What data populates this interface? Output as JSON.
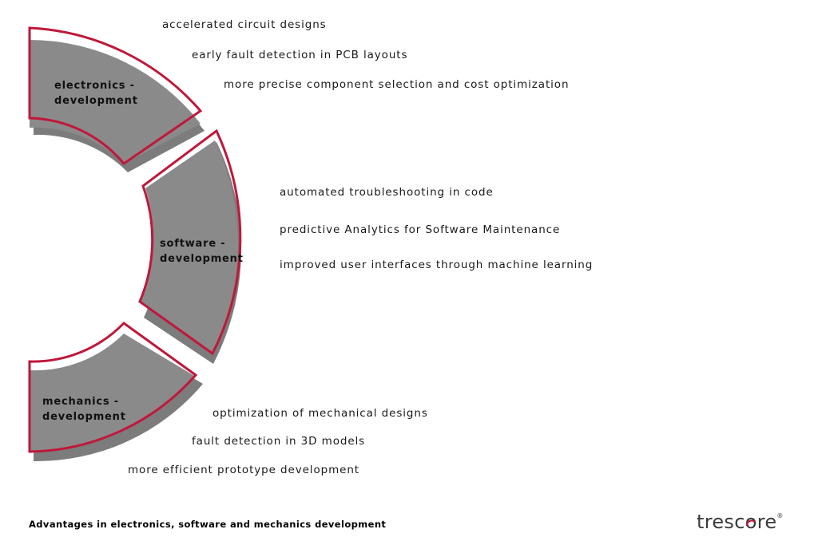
{
  "segments": [
    {
      "id": "electronics",
      "label_line1": "electronics -",
      "label_line2": "development",
      "advantages": [
        "accelerated circuit designs",
        "early fault detection in PCB layouts",
        "more precise component selection and cost optimization"
      ]
    },
    {
      "id": "software",
      "label_line1": "software -",
      "label_line2": "development",
      "advantages": [
        "automated troubleshooting in code",
        "predictive Analytics for Software Maintenance",
        "improved user interfaces through machine learning"
      ]
    },
    {
      "id": "mechanics",
      "label_line1": "mechanics -",
      "label_line2": "development",
      "advantages": [
        "optimization of mechanical designs",
        "fault detection in 3D models",
        "more efficient prototype development"
      ]
    }
  ],
  "caption": "Advantages in electronics, software and mechanics development",
  "logo": {
    "text_before": "tresc",
    "text_o": "o",
    "text_after": "re",
    "registered": "®"
  },
  "colors": {
    "accent": "#c0173a",
    "segment_fill": "#8a8a8a",
    "segment_shadow": "#7c7c7c"
  }
}
